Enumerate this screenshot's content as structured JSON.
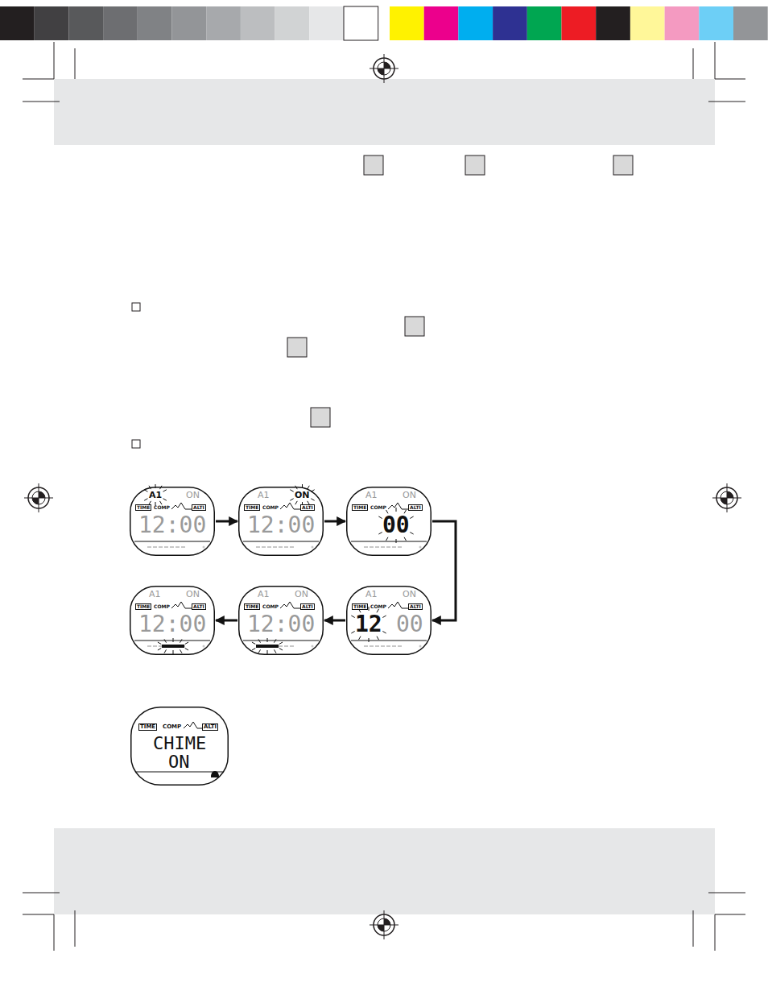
{
  "diagram": {
    "nodes": [
      {
        "text": [
          "A1",
          "ON",
          "TIME",
          "COMP",
          "ALTI",
          "12:00"
        ]
      },
      {
        "text": [
          "A1",
          "ON",
          "TIME",
          "COMP",
          "ALTI",
          "12:00"
        ]
      },
      {
        "text": [
          "A1",
          "ON",
          "TIME",
          "COMP",
          "ALTI",
          "00"
        ]
      },
      {
        "text": [
          "A1",
          "ON",
          "TIME",
          "COMP",
          "ALTI",
          "12",
          "00"
        ]
      },
      {
        "text": [
          "A1",
          "ON",
          "TIME",
          "COMP",
          "ALTI",
          "12:00"
        ]
      },
      {
        "text": [
          "A1",
          "ON",
          "TIME",
          "COMP",
          "ALTI",
          "12:00"
        ]
      },
      {
        "text": [
          "TIME",
          "COMP",
          "ALTI",
          "CHIME",
          "ON"
        ]
      }
    ],
    "edges": [
      {
        "from": 0,
        "to": 1,
        "arrow": "to"
      },
      {
        "from": 1,
        "to": 2,
        "arrow": "to"
      },
      {
        "from": 2,
        "to": 3,
        "arrow": "to"
      },
      {
        "from": 3,
        "to": 4,
        "arrow": "to"
      },
      {
        "from": 4,
        "to": 5,
        "arrow": "to"
      }
    ]
  }
}
